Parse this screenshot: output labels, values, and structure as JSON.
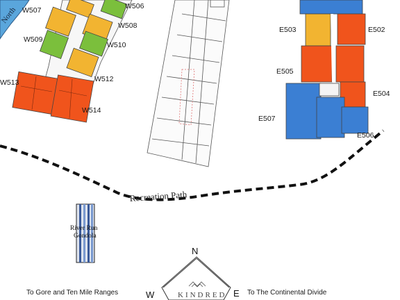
{
  "map": {
    "river_label": "North",
    "west_units": [
      "W507",
      "W506",
      "W509",
      "W508",
      "W510",
      "W512",
      "W513",
      "W514"
    ],
    "east_units": [
      "E503",
      "E502",
      "E505",
      "E504",
      "E507",
      "E506"
    ],
    "path_label": "Recreation Path",
    "gondola_label_line1": "River Run",
    "gondola_label_line2": "Gondola",
    "compass": {
      "north": "N",
      "west": "W",
      "east": "E",
      "brand": "KINDRED"
    },
    "west_direction": "To Gore and Ten Mile Ranges",
    "east_direction": "To The Continental Divide"
  },
  "colors": {
    "river": "#5aa6dc",
    "orange": "#f0541c",
    "yellow": "#f2b431",
    "green": "#7bbf3c",
    "blue": "#3b7fd3"
  }
}
